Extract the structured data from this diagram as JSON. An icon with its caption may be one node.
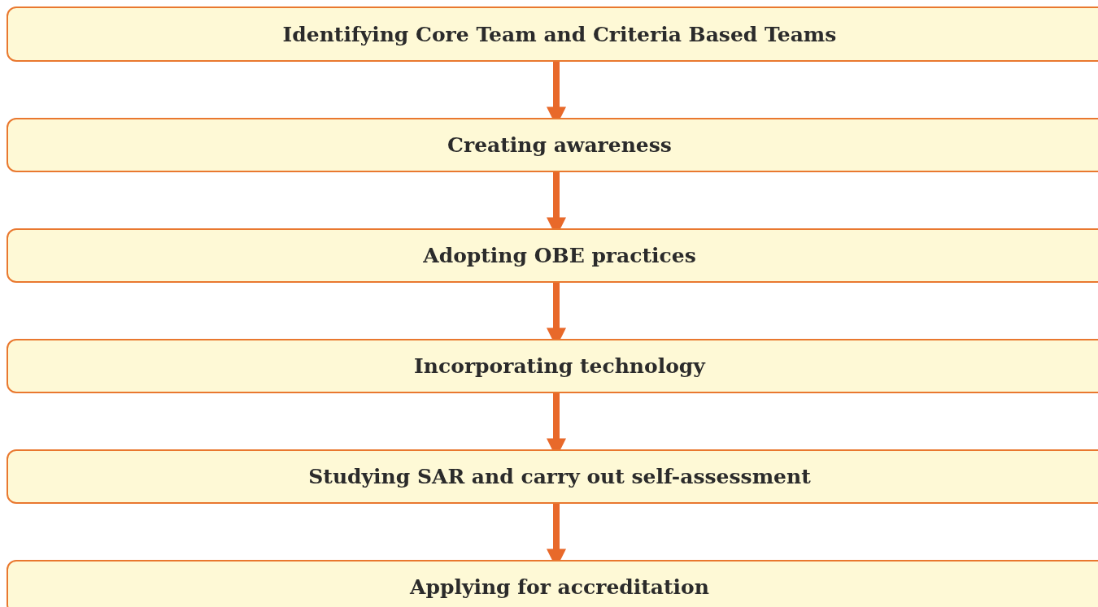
{
  "diagram": {
    "nodes": [
      {
        "text": [
          "Identifying Core Team and Criteria Based Teams"
        ]
      },
      {
        "text": [
          "Creating awareness"
        ]
      },
      {
        "text": [
          "Adopting OBE practices"
        ]
      },
      {
        "text": [
          "Incorporating technology"
        ]
      },
      {
        "text": [
          "Studying SAR and carry out self-assessment"
        ]
      },
      {
        "text": [
          "Applying for accreditation"
        ]
      }
    ],
    "edges": [
      {
        "from": 0,
        "to": 1,
        "arrow": "to"
      },
      {
        "from": 1,
        "to": 2,
        "arrow": "to"
      },
      {
        "from": 2,
        "to": 3,
        "arrow": "to"
      },
      {
        "from": 3,
        "to": 4,
        "arrow": "to"
      },
      {
        "from": 4,
        "to": 5,
        "arrow": "to"
      }
    ]
  }
}
